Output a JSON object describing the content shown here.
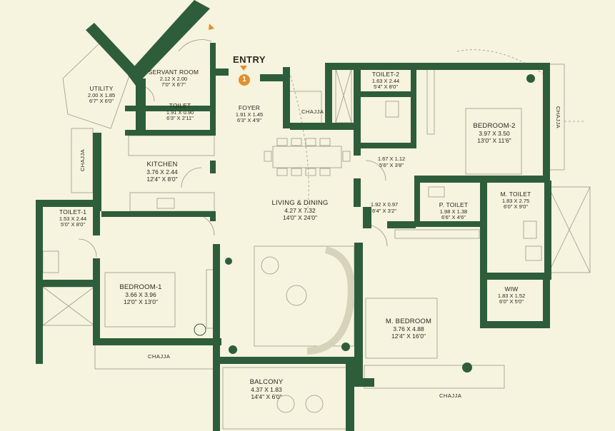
{
  "entry": {
    "label": "ENTRY",
    "badge": "1"
  },
  "rooms": [
    {
      "id": "utility",
      "name": "UTILITY",
      "dims": [
        "2.00 X 1.85",
        "6'7\" X 6'0\""
      ]
    },
    {
      "id": "servant",
      "name": "SERVANT ROOM",
      "dims": [
        "2.12 X 2.00",
        "7'0\" X 6'7\""
      ]
    },
    {
      "id": "toilet",
      "name": "TOILET",
      "dims": [
        "1.91 X 0.90",
        "6'3\" X 2'11\""
      ]
    },
    {
      "id": "foyer",
      "name": "FOYER",
      "dims": [
        "1.91 X 1.45",
        "6'3\" X 4'9\""
      ]
    },
    {
      "id": "kitchen",
      "name": "KITCHEN",
      "dims": [
        "3.76 X 2.44",
        "12'4\" X 8'0\""
      ]
    },
    {
      "id": "toilet2",
      "name": "TOILET-2",
      "dims": [
        "1.63 X 2.44",
        "5'4\" X 8'0\""
      ]
    },
    {
      "id": "bedroom2",
      "name": "BEDROOM-2",
      "dims": [
        "3.97 X 3.50",
        "13'0\" X 11'6\""
      ]
    },
    {
      "id": "passage1",
      "name": "",
      "dims": [
        "1.67 X 1.12",
        "5'6\" X 3'8\""
      ]
    },
    {
      "id": "living",
      "name": "LIVING & DINING",
      "dims": [
        "4.27 X 7.32",
        "14'0\" X 24'0\""
      ]
    },
    {
      "id": "passage2",
      "name": "",
      "dims": [
        "1.92 X 0.97",
        "6'4\" X 3'2\""
      ]
    },
    {
      "id": "ptoilet",
      "name": "P. TOILET",
      "dims": [
        "1.98 X 1.38",
        "6'6\" X 4'6\""
      ]
    },
    {
      "id": "mtoilet",
      "name": "M. TOILET",
      "dims": [
        "1.83 X 2.75",
        "6'0\" X 9'0\""
      ]
    },
    {
      "id": "toilet1",
      "name": "TOILET-1",
      "dims": [
        "1.53 X 2.44",
        "5'0\" X 8'0\""
      ]
    },
    {
      "id": "bedroom1",
      "name": "BEDROOM-1",
      "dims": [
        "3.66 X 3.96",
        "12'0\" X 13'0\""
      ]
    },
    {
      "id": "wiw",
      "name": "WIW",
      "dims": [
        "1.83 X 1.52",
        "6'0\" X 5'0\""
      ]
    },
    {
      "id": "mbedroom",
      "name": "M. BEDROOM",
      "dims": [
        "3.76 X 4.88",
        "12'4\" X 16'0\""
      ]
    },
    {
      "id": "balcony",
      "name": "BALCONY",
      "dims": [
        "4.37 X 1.83",
        "14'4\" X 6'0\""
      ]
    }
  ],
  "chajja": {
    "label": "CHAJJA"
  },
  "colors": {
    "wall": "#2e5d3b",
    "background": "#f6f3df",
    "line": "#9a9a86",
    "entry_badge": "#e0902c"
  }
}
